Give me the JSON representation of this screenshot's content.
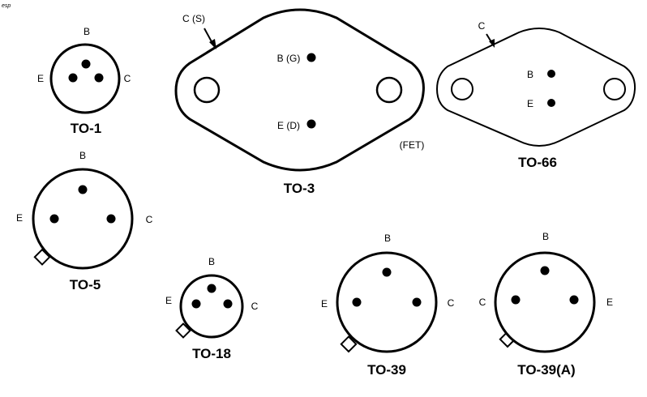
{
  "logo": "esp",
  "packages": {
    "to1": {
      "title": "TO-1",
      "pins": {
        "top": "B",
        "left": "E",
        "right": "C"
      }
    },
    "to3": {
      "title": "TO-3",
      "case_label": "C (S)",
      "pin_upper": "B (G)",
      "pin_lower": "E (D)",
      "note": "(FET)"
    },
    "to66": {
      "title": "TO-66",
      "case_label": "C",
      "pin_upper": "B",
      "pin_lower": "E"
    },
    "to5": {
      "title": "TO-5",
      "pins": {
        "top": "B",
        "left": "E",
        "right": "C"
      }
    },
    "to18": {
      "title": "TO-18",
      "pins": {
        "top": "B",
        "left": "E",
        "right": "C"
      }
    },
    "to39": {
      "title": "TO-39",
      "pins": {
        "top": "B",
        "left": "E",
        "right": "C"
      }
    },
    "to39a": {
      "title": "TO-39(A)",
      "pins": {
        "top": "B",
        "left": "C",
        "right": "E"
      }
    }
  }
}
